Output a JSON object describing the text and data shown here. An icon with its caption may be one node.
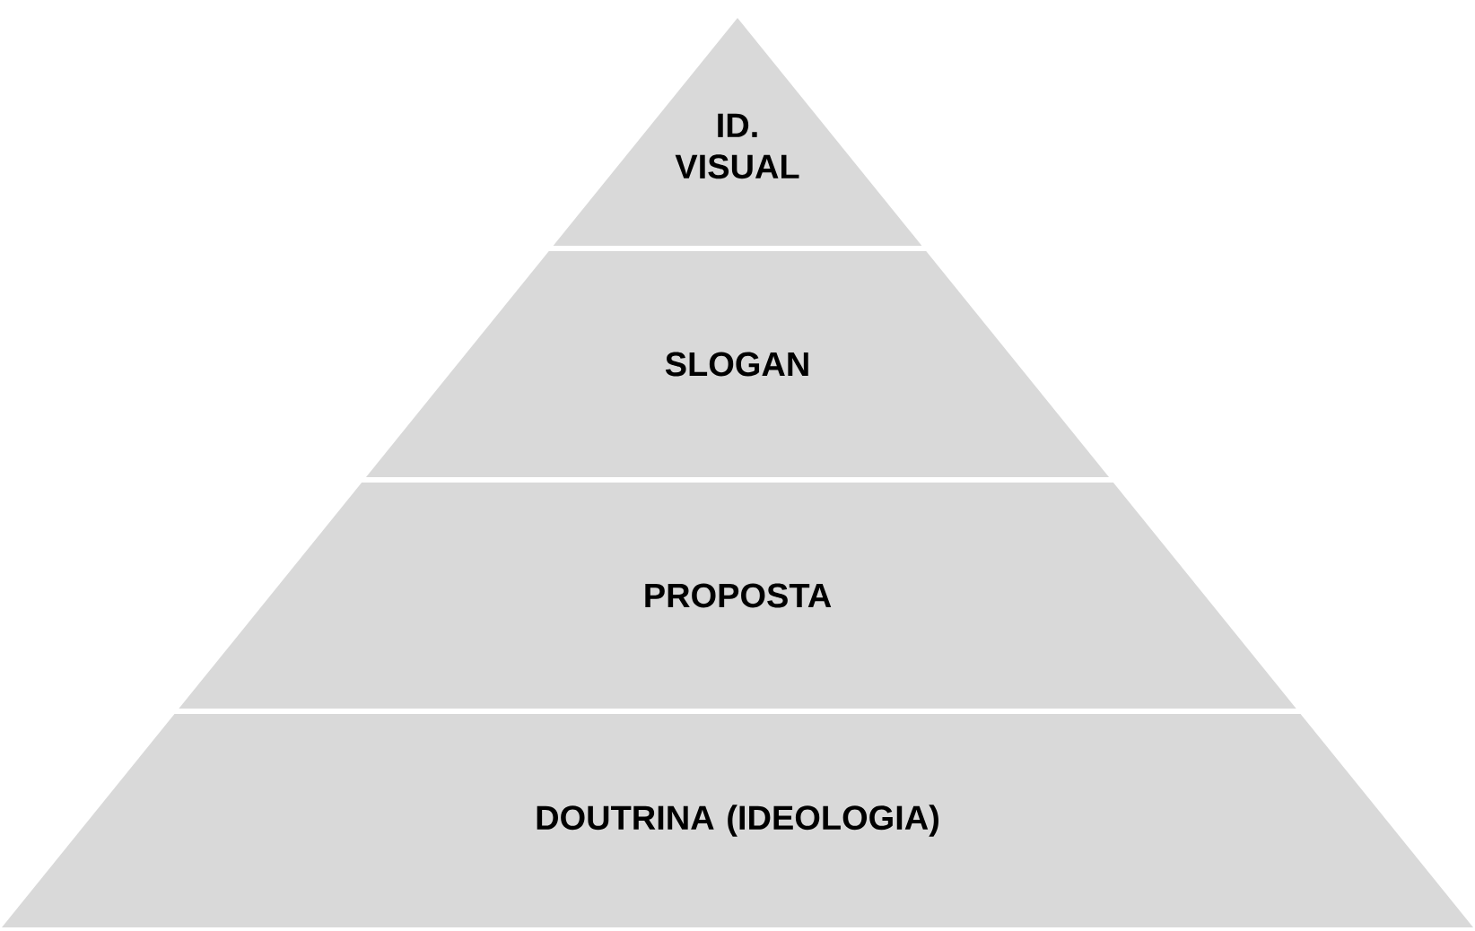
{
  "diagram": {
    "nodes": [
      {
        "text": [
          "ID. VISUAL"
        ]
      },
      {
        "text": [
          "SLOGAN"
        ]
      },
      {
        "text": [
          "PROPOSTA"
        ]
      },
      {
        "text": [
          "DOUTRINA (IDEOLOGIA)"
        ]
      }
    ]
  }
}
